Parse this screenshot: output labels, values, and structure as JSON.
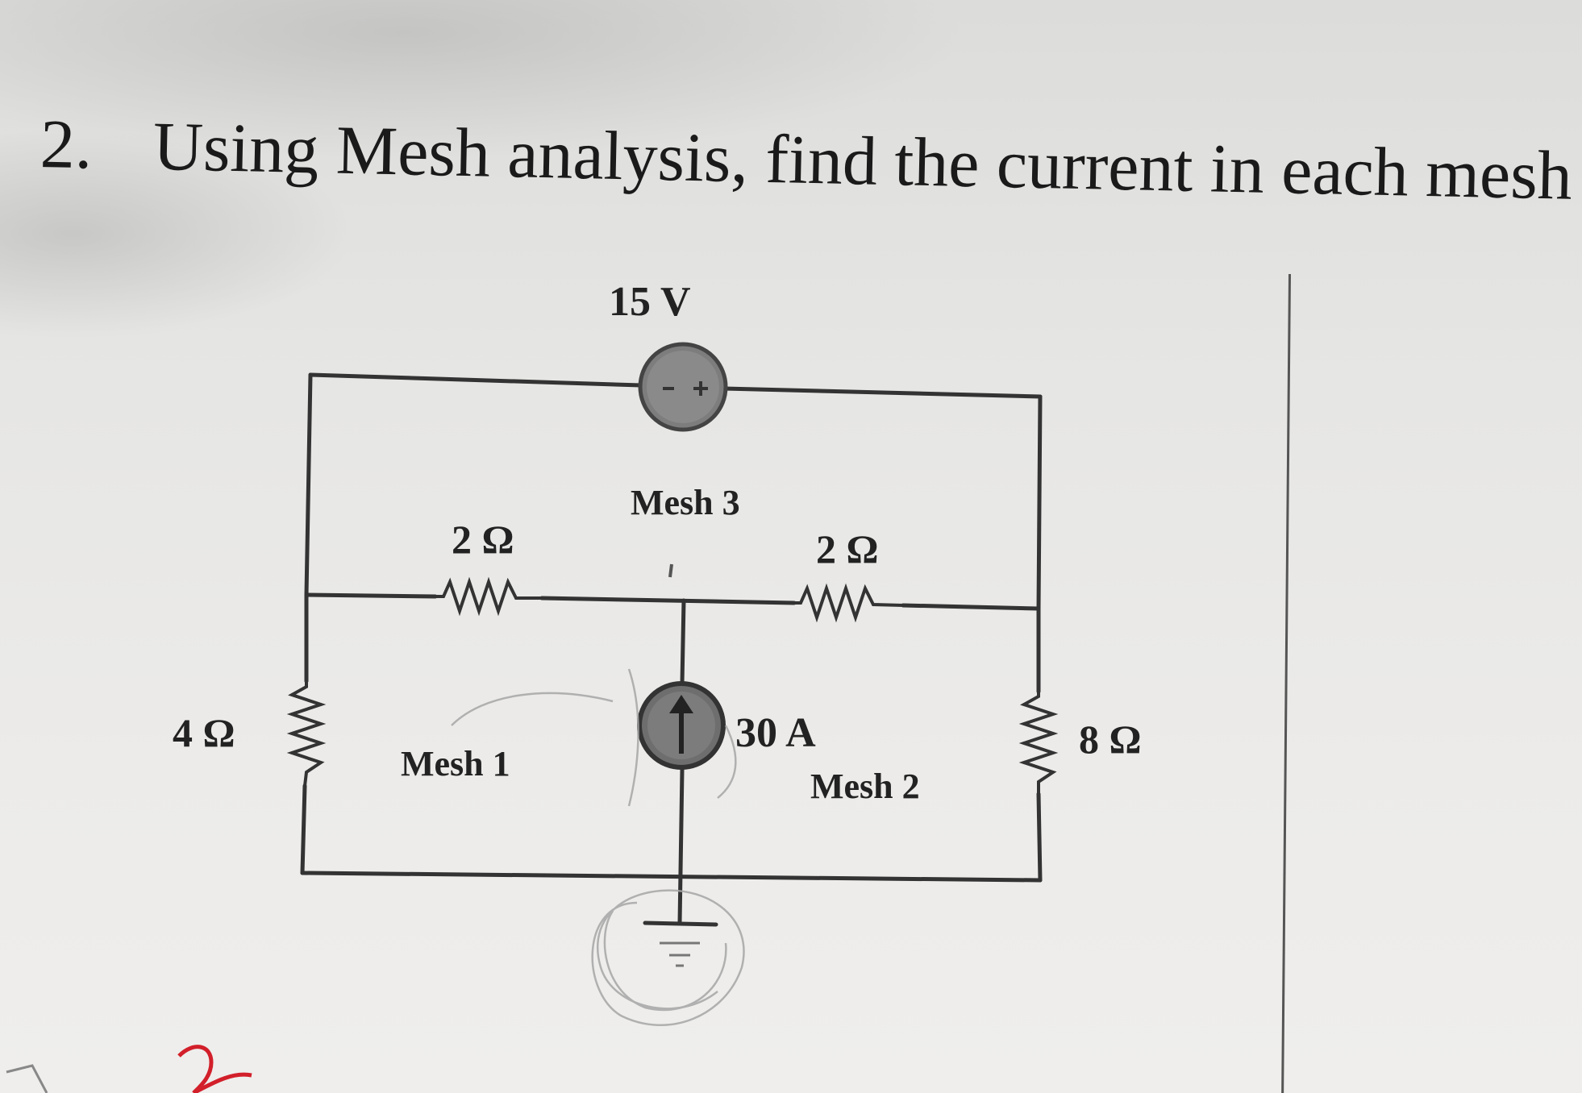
{
  "question": {
    "number": "2.",
    "text": "Using Mesh analysis, find the current in each mesh"
  },
  "circuit": {
    "voltage_source": "15 V",
    "current_source": "30 A",
    "resistor_top_left": "2 Ω",
    "resistor_top_right": "2 Ω",
    "resistor_left": "4 Ω",
    "resistor_right": "8 Ω",
    "mesh1": "Mesh 1",
    "mesh2": "Mesh 2",
    "mesh3": "Mesh 3"
  },
  "colors": {
    "paper": "#ecebe9",
    "ink": "#222222",
    "source_fill": "#7a7a7a",
    "pencil": "#a6a6a6",
    "red_pen": "#d21f2a"
  }
}
